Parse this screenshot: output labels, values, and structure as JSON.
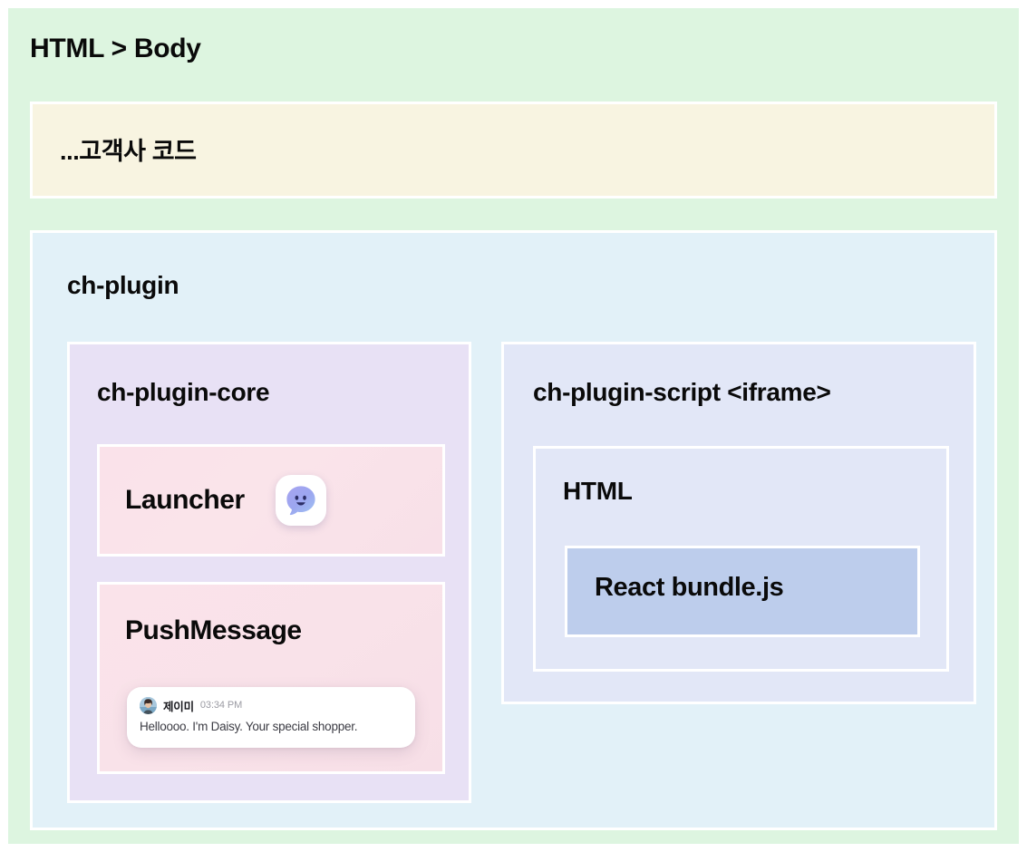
{
  "diagram": {
    "body_frame": {
      "title": "HTML > Body",
      "bg_color": "#ddf5e0"
    },
    "customer_code": {
      "label": "...고객사 코드",
      "bg_color": "#f8f4e1"
    },
    "ch_plugin": {
      "title": "ch-plugin",
      "bg_color": "#e2f1f8"
    },
    "ch_plugin_core": {
      "title": "ch-plugin-core",
      "bg_color": "#e8e1f5",
      "launcher": {
        "label": "Launcher",
        "icon_name": "channel-talk-launcher-icon",
        "bg_color": "#fae2ea"
      },
      "push_message": {
        "label": "PushMessage",
        "bg_color": "#f9e2e9",
        "card": {
          "sender_name": "제이미",
          "timestamp": "03:34 PM",
          "message": "Helloooo. I'm Daisy. Your special shopper.",
          "avatar_name": "sender-avatar"
        }
      }
    },
    "ch_plugin_script": {
      "title": "ch-plugin-script <iframe>",
      "bg_color": "#e2e7f7",
      "html": {
        "title": "HTML",
        "bg_color": "#e2e7f7",
        "react_bundle": {
          "label": "React bundle.js",
          "bg_color": "#bdcdec"
        }
      }
    }
  }
}
